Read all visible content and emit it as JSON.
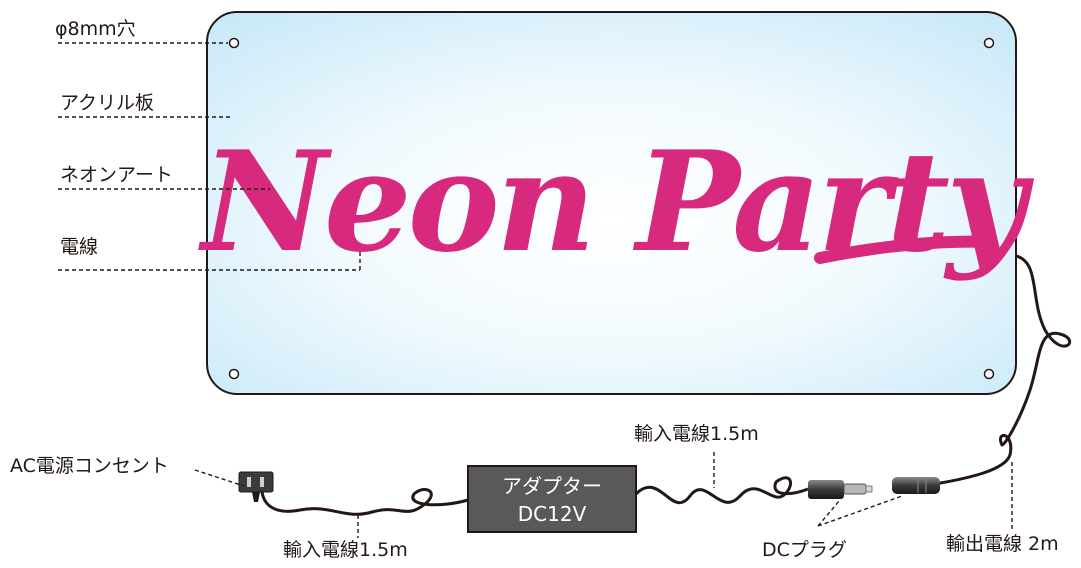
{
  "labels": {
    "hole": "φ8mm穴",
    "acrylic": "アクリル板",
    "neon_art": "ネオンアート",
    "wire": "電線",
    "ac_outlet": "AC電源コンセント",
    "input_wire_bottom": "輸入電線1.5m",
    "input_wire_top": "輸入電線1.5m",
    "dc_plug": "DCプラグ",
    "output_wire": "輸出電線 2m"
  },
  "adapter": {
    "line1": "アダプター",
    "line2": "DC12V"
  },
  "sign_text": "Neon Party",
  "colors": {
    "neon": "#d72a7e",
    "panel_edge": "#c8e8f8",
    "panel_center": "#ffffff",
    "adapter": "#5a5959",
    "cable": "#231815"
  }
}
